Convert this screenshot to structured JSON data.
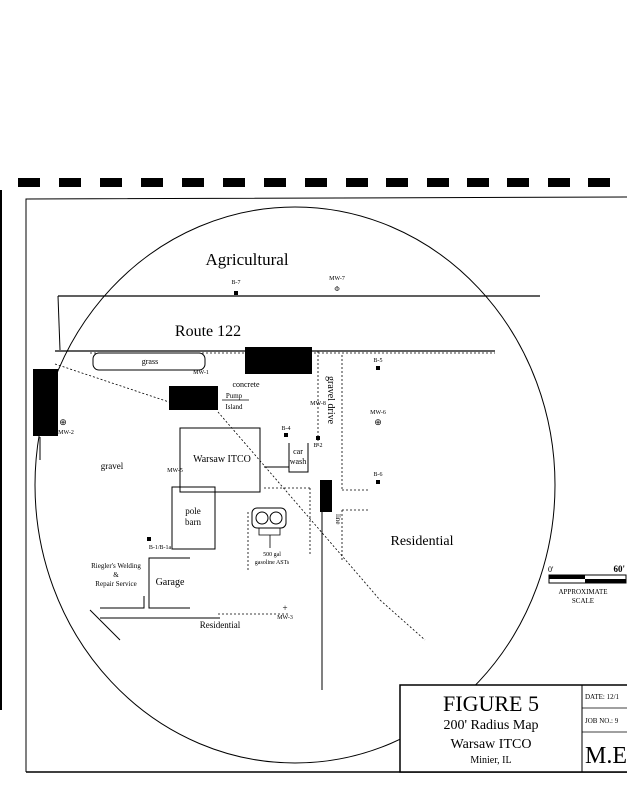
{
  "map": {
    "zones": {
      "agricultural": "Agricultural",
      "residential_east": "Residential",
      "residential_south": "Residential"
    },
    "road": "Route 122",
    "labels": {
      "grass": "grass",
      "concrete": "concrete",
      "pump": "Pump",
      "island": "Island",
      "gravel_drive": "gravel drive",
      "gravel": "gravel",
      "station": "Warsaw ITCO",
      "car": "car",
      "wash": "wash",
      "pole": "pole",
      "barn": "barn",
      "garage": "Garage",
      "welding1": "Riegler's Welding",
      "welding2": "&",
      "welding3": "Repair Service",
      "ast1": "500 gal",
      "ast2": "gasoline ASTs",
      "line": "line"
    },
    "wells": {
      "b7": "B-7",
      "mw7": "MW-7",
      "mw1": "MW-1",
      "b5": "B-5",
      "mw8": "MW-8",
      "mw6": "MW-6",
      "b4": "B-4",
      "b2": "B-2",
      "b6": "B-6",
      "mw2": "MW-2",
      "mw5": "MW-5",
      "b1": "B-1/B-1a",
      "mw3": "MW-3"
    }
  },
  "scale": {
    "zero": "0'",
    "max": "60'",
    "label1": "APPROXIMATE",
    "label2": "SCALE"
  },
  "title_block": {
    "figure": "FIGURE 5",
    "subtitle": "200' Radius Map",
    "site": "Warsaw ITCO",
    "location": "Minier, IL",
    "date": "DATE: 12/1",
    "job": "JOB NO.: 9",
    "company": "M.E"
  }
}
